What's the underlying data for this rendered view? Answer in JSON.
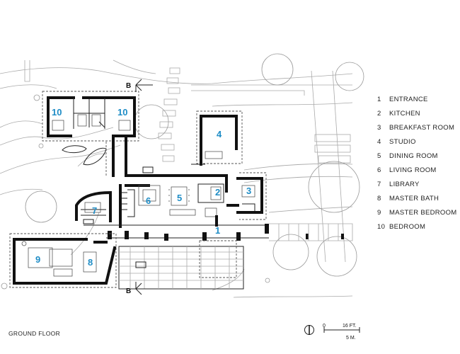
{
  "legend": [
    {
      "num": "1",
      "label": "ENTRANCE"
    },
    {
      "num": "2",
      "label": "KITCHEN"
    },
    {
      "num": "3",
      "label": "BREAKFAST ROOM"
    },
    {
      "num": "4",
      "label": "STUDIO"
    },
    {
      "num": "5",
      "label": "DINING ROOM"
    },
    {
      "num": "6",
      "label": "LIVING ROOM"
    },
    {
      "num": "7",
      "label": "LIBRARY"
    },
    {
      "num": "8",
      "label": "MASTER BATH"
    },
    {
      "num": "9",
      "label": "MASTER BEDROOM"
    },
    {
      "num": "10",
      "label": "BEDROOM"
    }
  ],
  "plan_labels": {
    "bedroom_a": "10",
    "bedroom_b": "10",
    "studio": "4",
    "kitchen": "2",
    "breakfast": "3",
    "dining": "5",
    "living": "6",
    "library": "7",
    "entrance": "1",
    "master_bedroom": "9",
    "master_bath": "8"
  },
  "section_marks": {
    "top": "B",
    "bottom": "B"
  },
  "scale_bar": {
    "zero": "0",
    "feet": "16 FT.",
    "meters": "5 M."
  },
  "drawing_title": "GROUND FLOOR",
  "colors": {
    "room_number": "#1f8dc6",
    "linework": "#111111",
    "site": "#aaaaaa"
  }
}
